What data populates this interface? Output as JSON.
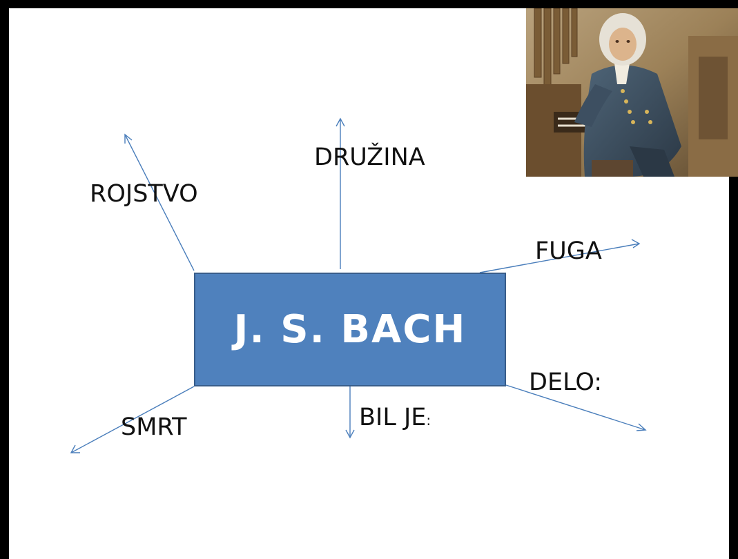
{
  "title": "J. S. BACH",
  "branches": {
    "druzina": "DRUŽINA",
    "rojstvo": "ROJSTVO",
    "fuga": "FUGA",
    "delo": "DELO:",
    "smrt": "SMRT",
    "bil_je": "BIL JE",
    "bil_je_colon": ":"
  },
  "colors": {
    "box_fill": "#4f81bd",
    "box_border": "#385d8a",
    "arrow": "#4a7ebb"
  },
  "image": {
    "subject": "portrait-painting-organist"
  }
}
